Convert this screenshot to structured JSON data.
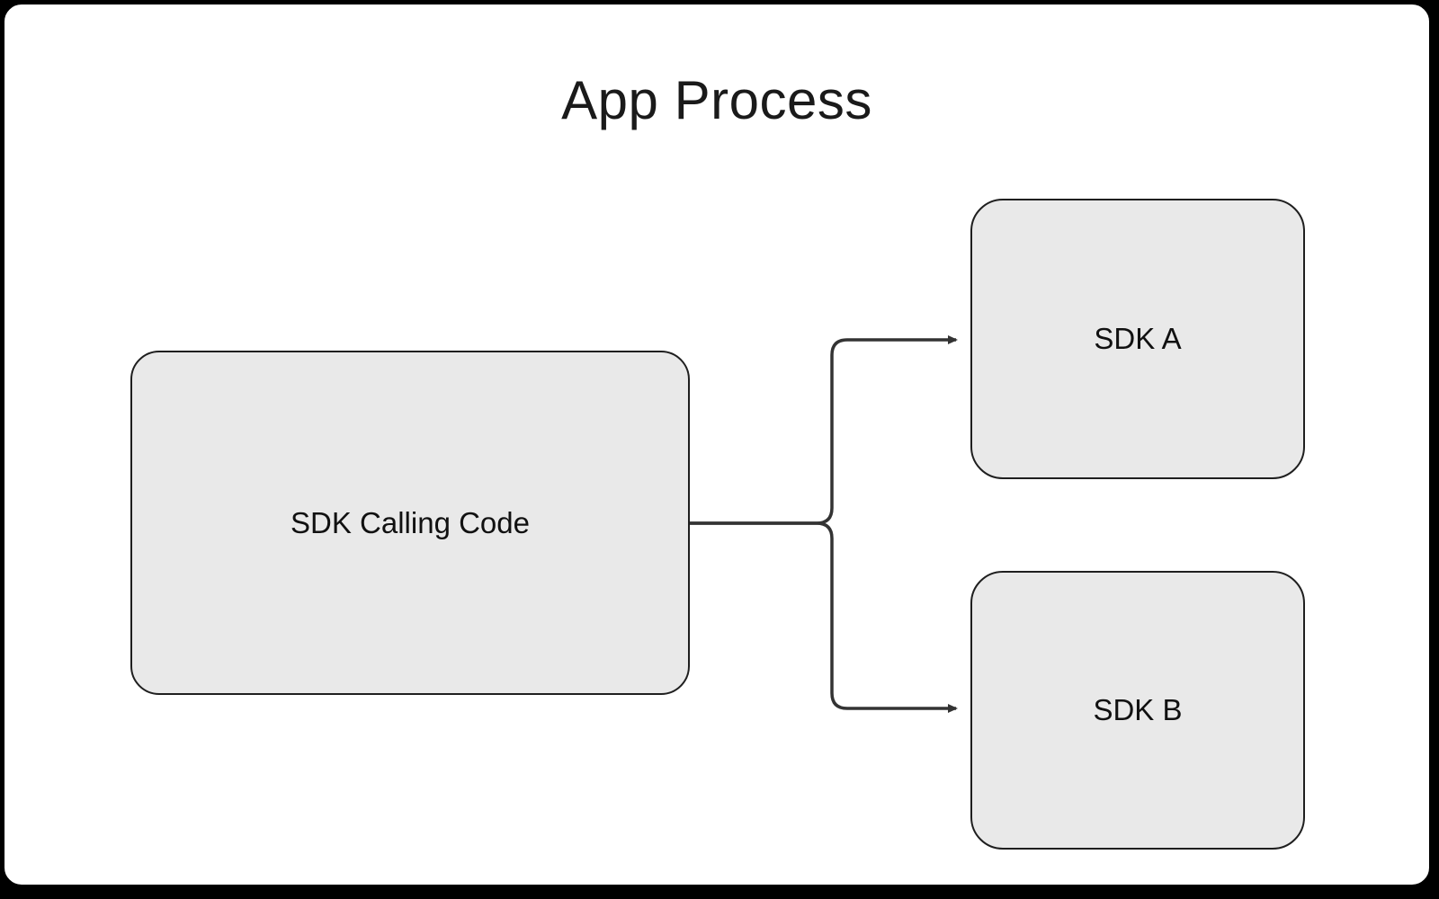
{
  "diagram": {
    "title": "App Process",
    "nodes": {
      "sdk_calling_code": {
        "label": "SDK Calling Code"
      },
      "sdk_a": {
        "label": "SDK A"
      },
      "sdk_b": {
        "label": "SDK B"
      }
    },
    "edges": [
      {
        "from": "sdk_calling_code",
        "to": "sdk_a",
        "arrow": "end"
      },
      {
        "from": "sdk_calling_code",
        "to": "sdk_b",
        "arrow": "end"
      }
    ],
    "colors": {
      "background": "#ffffff",
      "outer_border": "#000000",
      "node_fill": "#e9e9e9",
      "node_border": "#1f1f1f",
      "connector": "#333333",
      "text": "#111111"
    }
  }
}
